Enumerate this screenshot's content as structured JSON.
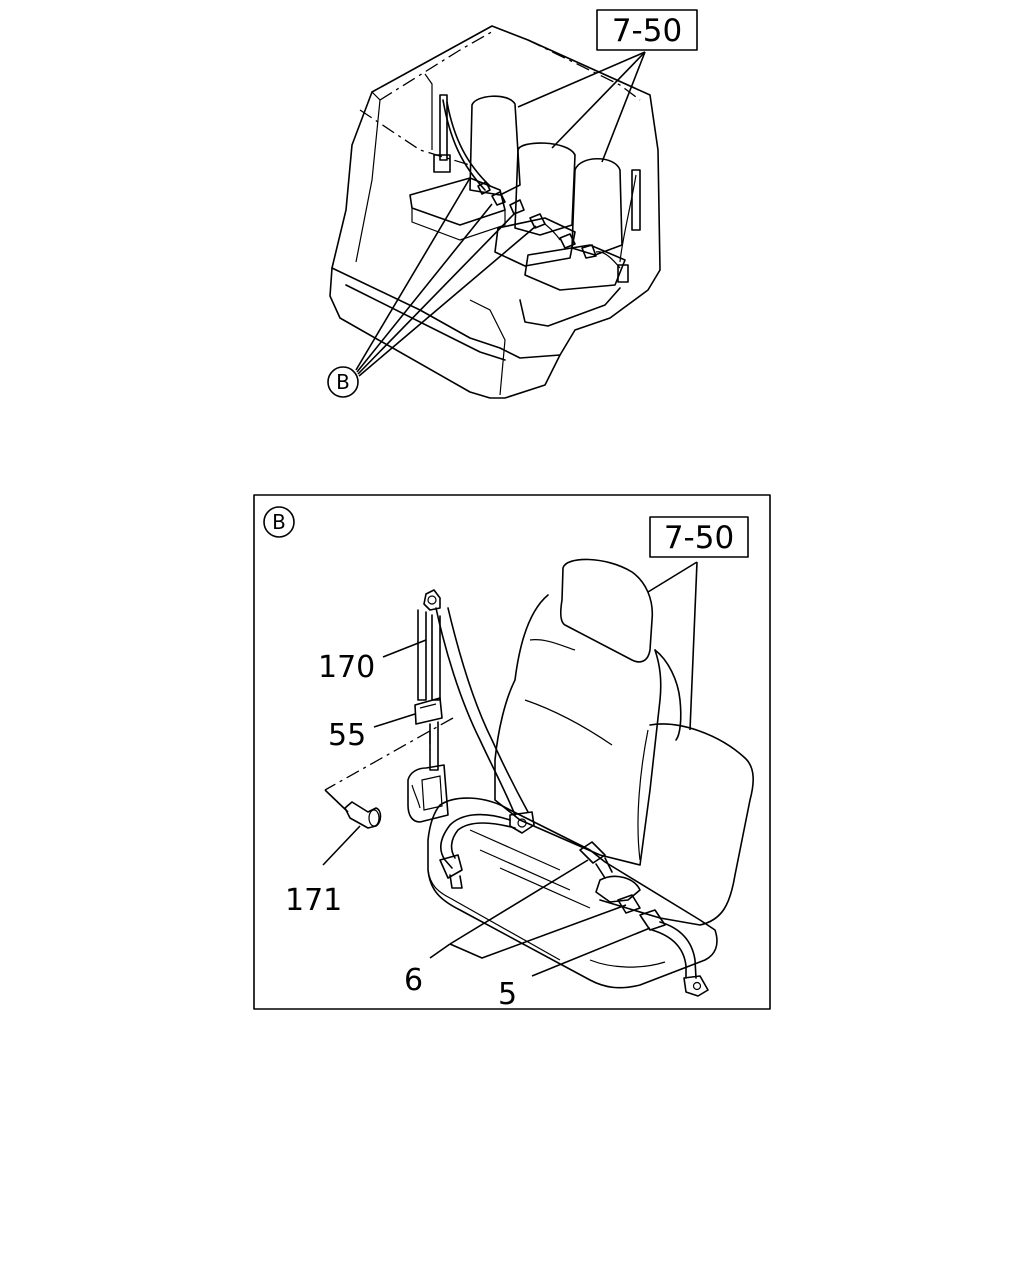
{
  "callouts": {
    "top_ref": "7-50",
    "top_detail_marker": "B",
    "detail_marker": "B",
    "detail_ref": "7-50"
  },
  "parts": {
    "p170": "170",
    "p55": "55",
    "p171": "171",
    "p6": "6",
    "p5": "5"
  }
}
